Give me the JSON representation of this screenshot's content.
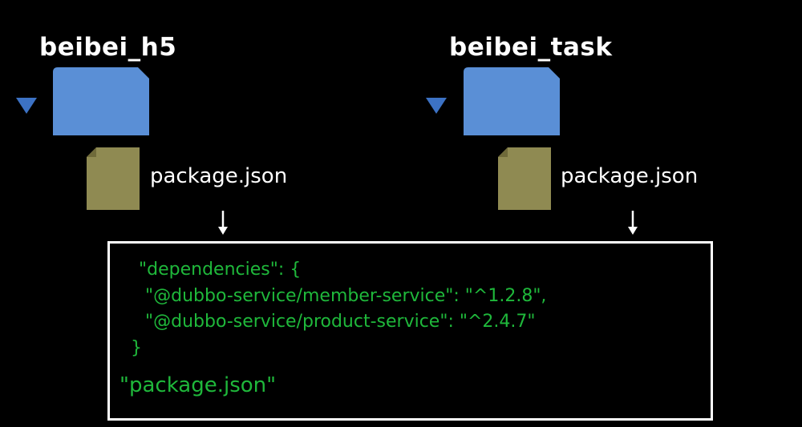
{
  "colors": {
    "background": "#000000",
    "folder": "#5a8fd6",
    "file": "#8f8a52",
    "triangle": "#3c72c4",
    "code_text": "#1fb83b",
    "text": "#ffffff"
  },
  "projects": [
    {
      "name": "beibei_h5",
      "file_label": "package.json",
      "icons": [
        "collapse-triangle-icon",
        "folder-icon",
        "file-icon",
        "down-arrow-icon"
      ]
    },
    {
      "name": "beibei_task",
      "file_label": "package.json",
      "icons": [
        "collapse-triangle-icon",
        "folder-icon",
        "file-icon",
        "down-arrow-icon"
      ]
    }
  ],
  "code_box": {
    "lines": [
      "\"dependencies\": {",
      "\"@dubbo-service/member-service\": \"^1.2.8\",",
      "\"@dubbo-service/product-service\": \"^2.4.7\"",
      "}"
    ],
    "caption": "\"package.json\""
  }
}
